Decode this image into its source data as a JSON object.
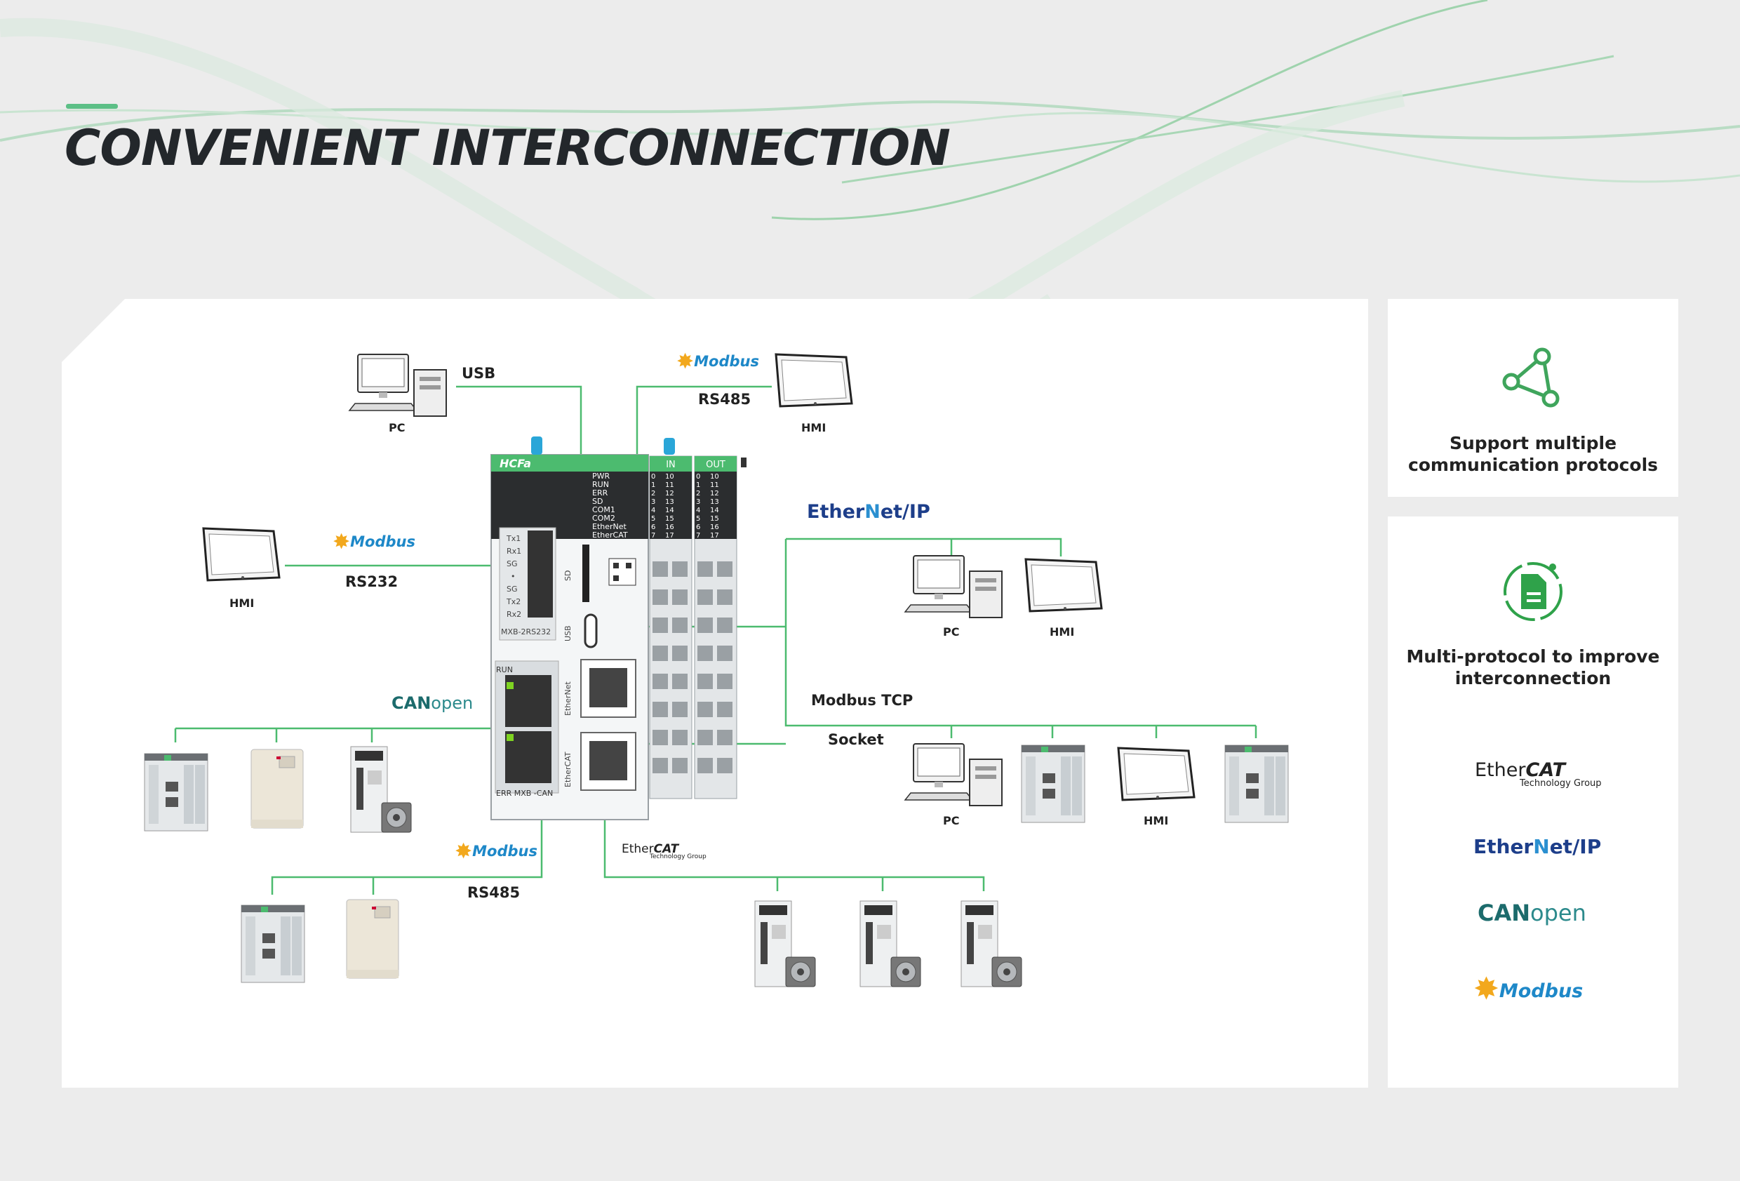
{
  "page": {
    "title": "CONVENIENT INTERCONNECTION"
  },
  "diagram": {
    "labels": {
      "usb": "USB",
      "pc_top": "PC",
      "rs485_top": "RS485",
      "hmi_top": "HMI",
      "rs232": "RS232",
      "hmi_left": "HMI",
      "pc_eip": "PC",
      "hmi_eip": "HMI",
      "modbus_tcp": "Modbus TCP",
      "socket": "Socket",
      "pc_socket": "PC",
      "hmi_socket": "HMI",
      "rs485_bottom": "RS485"
    },
    "plc": {
      "brand": "HCFa",
      "status_leds": [
        "PWR",
        "RUN",
        "ERR",
        "SD",
        "COM1",
        "COM2",
        "EtherNet",
        "EtherCAT"
      ],
      "serial_pins": [
        "Tx1",
        "Rx1",
        "SG",
        "•",
        "SG",
        "Tx2",
        "Rx2"
      ],
      "serial_module": "MXB-2RS232",
      "port_sd": "SD",
      "port_usb": "USB",
      "port_ethernet": "EtherNet",
      "port_ethercat": "EtherCAT",
      "can_run": "RUN",
      "can_module": "ERR MXB -CAN",
      "io_in": "IN",
      "io_out": "OUT",
      "io_left": [
        "0",
        "1",
        "2",
        "3",
        "4",
        "5",
        "6",
        "7"
      ],
      "io_right": [
        "10",
        "11",
        "12",
        "13",
        "14",
        "15",
        "16",
        "17"
      ]
    },
    "logos": {
      "modbus": "Modbus",
      "ethernet_ip_prefix": "Ether",
      "ethernet_ip_n": "N",
      "ethernet_ip_suffix": "et/IP",
      "can": "CAN",
      "can_open": "open",
      "ethercat_prefix": "Ether",
      "ethercat_cat": "CAT",
      "ethercat_tagline": "Technology Group"
    }
  },
  "sidebar": {
    "card1": {
      "text": "Support multiple\ncommunication protocols",
      "icon": "share-icon"
    },
    "card2": {
      "text": "Multi-protocol to improve\ninterconnection",
      "icon": "document-icon"
    }
  },
  "colors": {
    "accent": "#5cbf86",
    "line": "#4cbb6f",
    "title": "#23272b",
    "panel": "#ffffff",
    "background": "#ececec"
  }
}
